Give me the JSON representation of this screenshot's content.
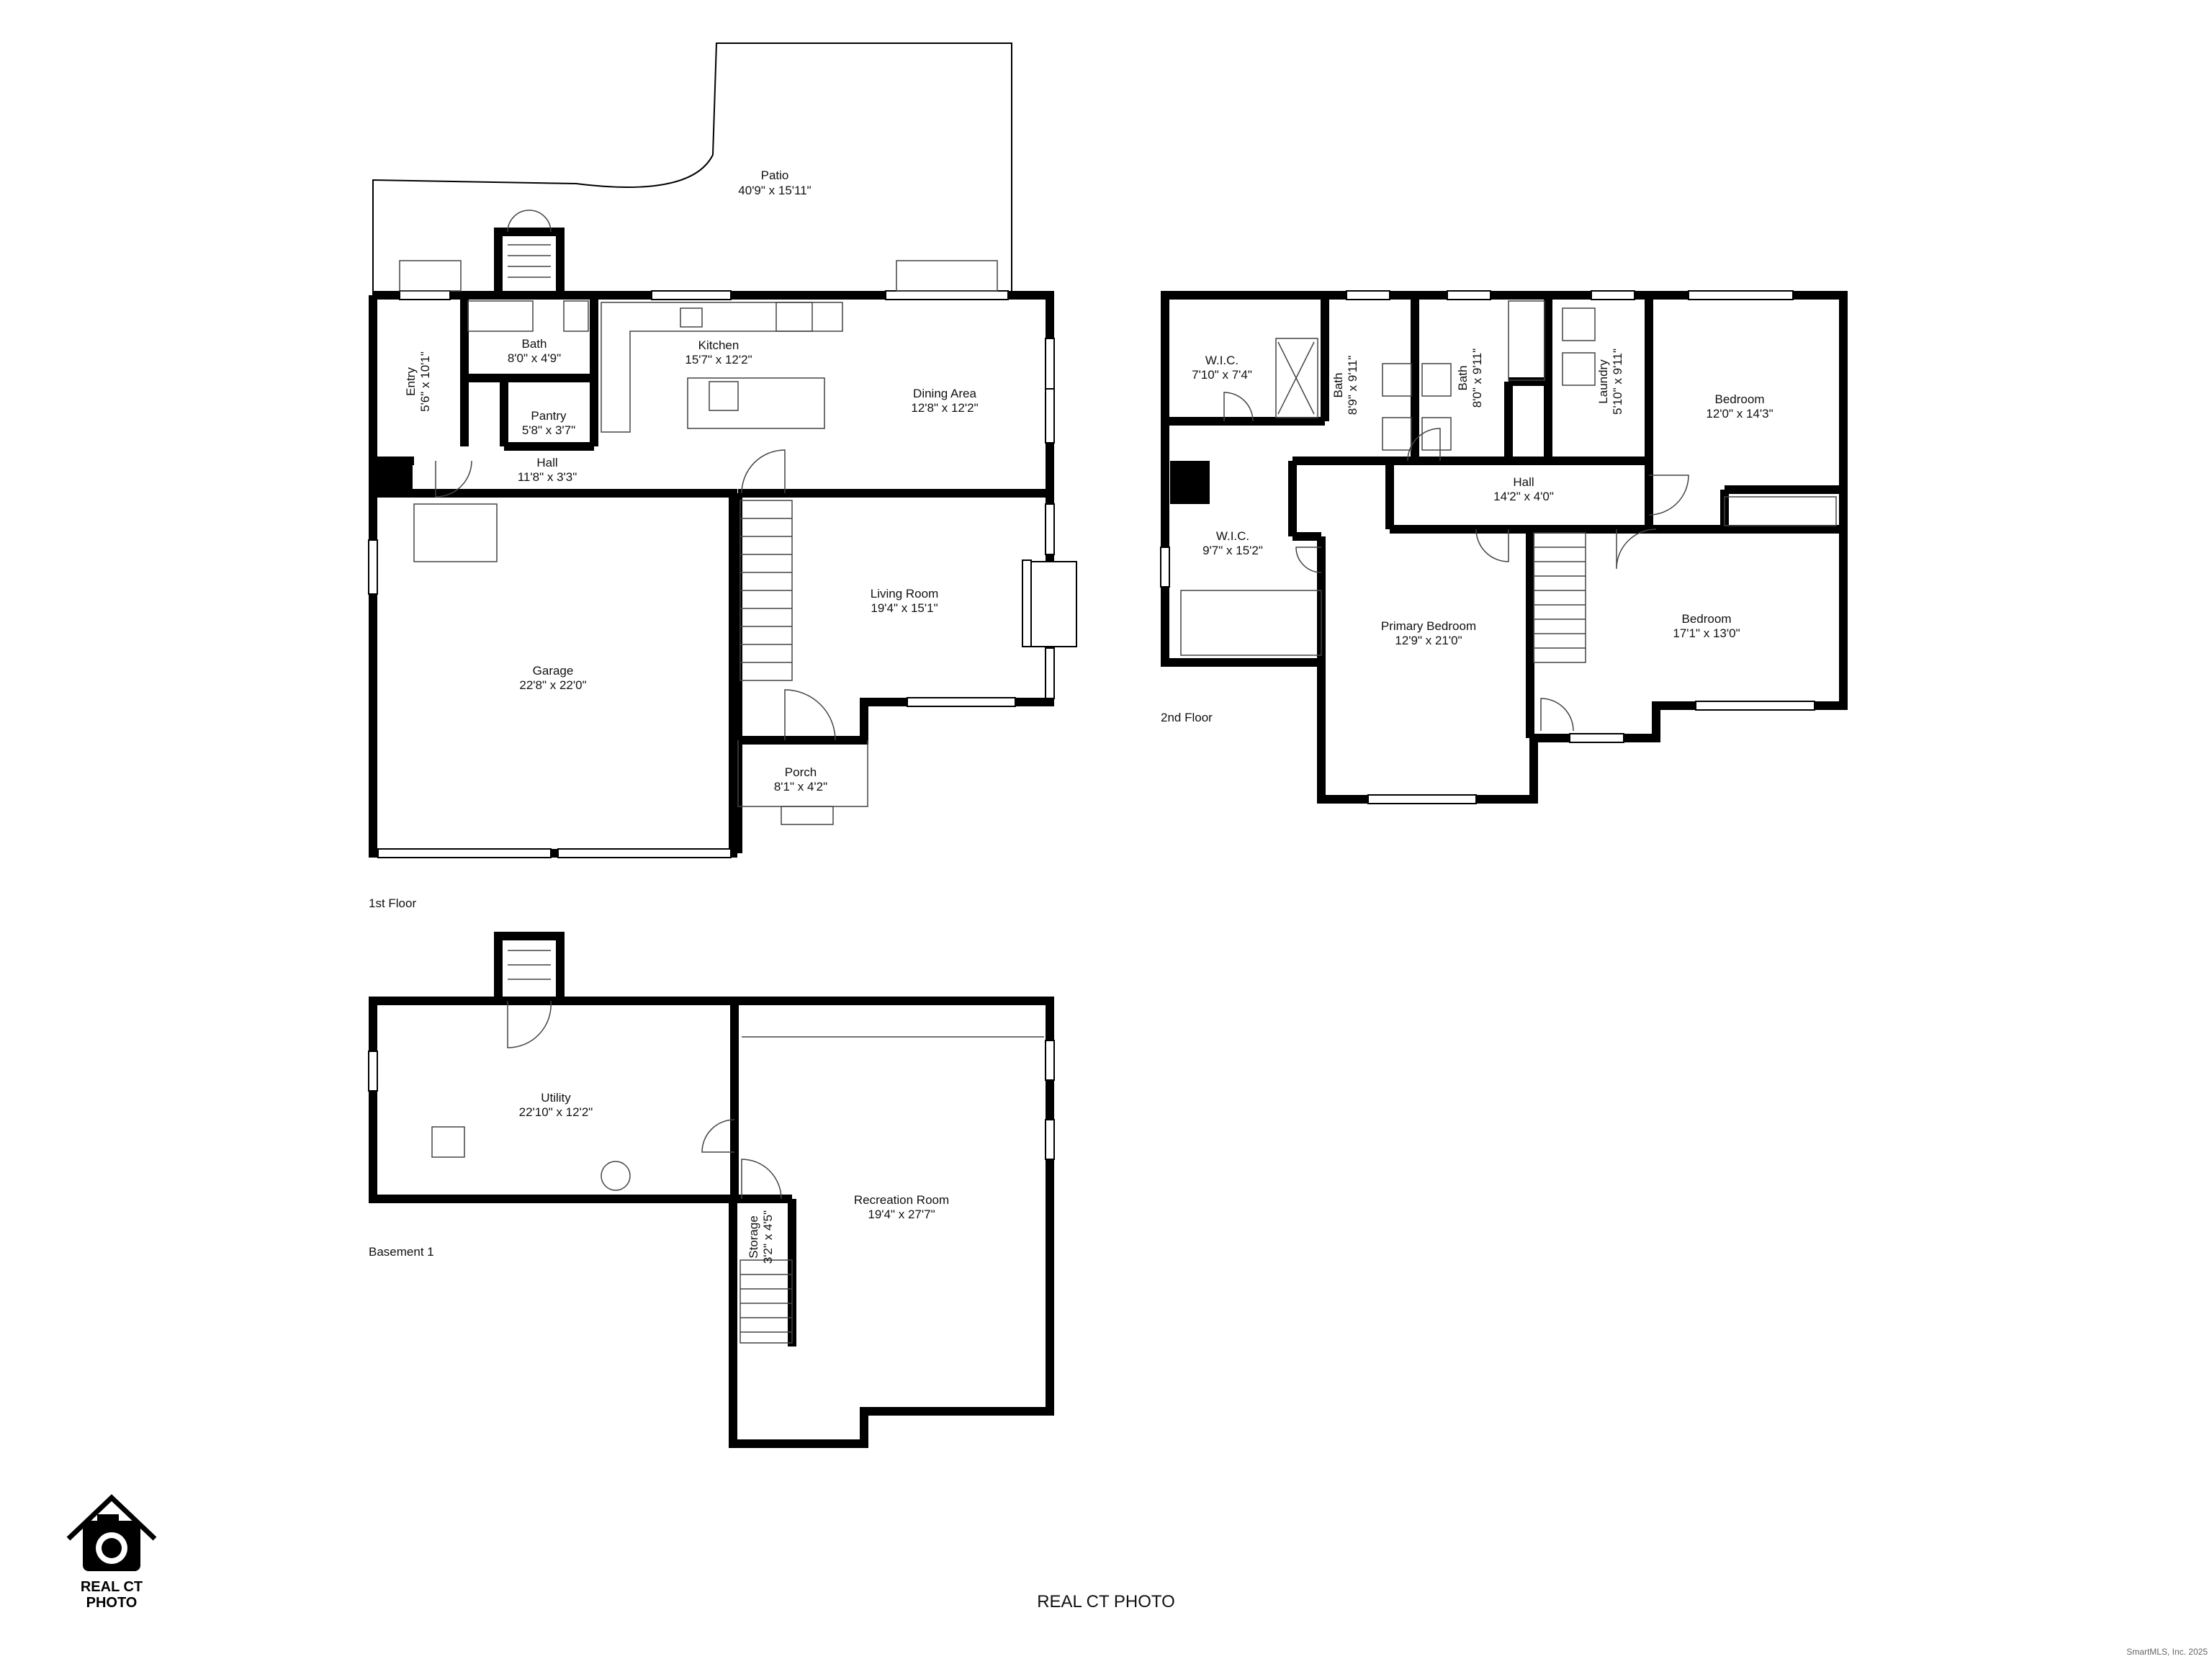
{
  "floors": {
    "first": "1st Floor",
    "second": "2nd Floor",
    "basement": "Basement 1"
  },
  "rooms": {
    "patio": {
      "name": "Patio",
      "dims": "40'9\" x 15'11\""
    },
    "entry": {
      "name": "Entry",
      "dims": "5'6\" x 10'1\""
    },
    "bath1": {
      "name": "Bath",
      "dims": "8'0\" x 4'9\""
    },
    "pantry": {
      "name": "Pantry",
      "dims": "5'8\" x 3'7\""
    },
    "kitchen": {
      "name": "Kitchen",
      "dims": "15'7\" x 12'2\""
    },
    "dining": {
      "name": "Dining Area",
      "dims": "12'8\" x 12'2\""
    },
    "hall1": {
      "name": "Hall",
      "dims": "11'8\" x 3'3\""
    },
    "garage": {
      "name": "Garage",
      "dims": "22'8\" x 22'0\""
    },
    "living": {
      "name": "Living Room",
      "dims": "19'4\" x 15'1\""
    },
    "porch": {
      "name": "Porch",
      "dims": "8'1\" x 4'2\""
    },
    "wic1": {
      "name": "W.I.C.",
      "dims": "7'10\" x 7'4\""
    },
    "bath2": {
      "name": "Bath",
      "dims": "8'9\" x 9'11\""
    },
    "bath3": {
      "name": "Bath",
      "dims": "8'0\" x 9'11\""
    },
    "laundry": {
      "name": "Laundry",
      "dims": "5'10\" x 9'11\""
    },
    "bedroom1": {
      "name": "Bedroom",
      "dims": "12'0\" x 14'3\""
    },
    "hall2": {
      "name": "Hall",
      "dims": "14'2\" x 4'0\""
    },
    "wic2": {
      "name": "W.I.C.",
      "dims": "9'7\" x 15'2\""
    },
    "primary": {
      "name": "Primary Bedroom",
      "dims": "12'9\" x 21'0\""
    },
    "bedroom2": {
      "name": "Bedroom",
      "dims": "17'1\" x 13'0\""
    },
    "utility": {
      "name": "Utility",
      "dims": "22'10\" x 12'2\""
    },
    "recreation": {
      "name": "Recreation Room",
      "dims": "19'4\" x 27'7\""
    },
    "storage": {
      "name": "Storage",
      "dims": "3'2\" x 4'5\""
    }
  },
  "logo": {
    "line1": "REAL CT",
    "line2": "PHOTO"
  },
  "watermark": "REAL CT PHOTO",
  "credit": "SmartMLS, Inc. 2025"
}
